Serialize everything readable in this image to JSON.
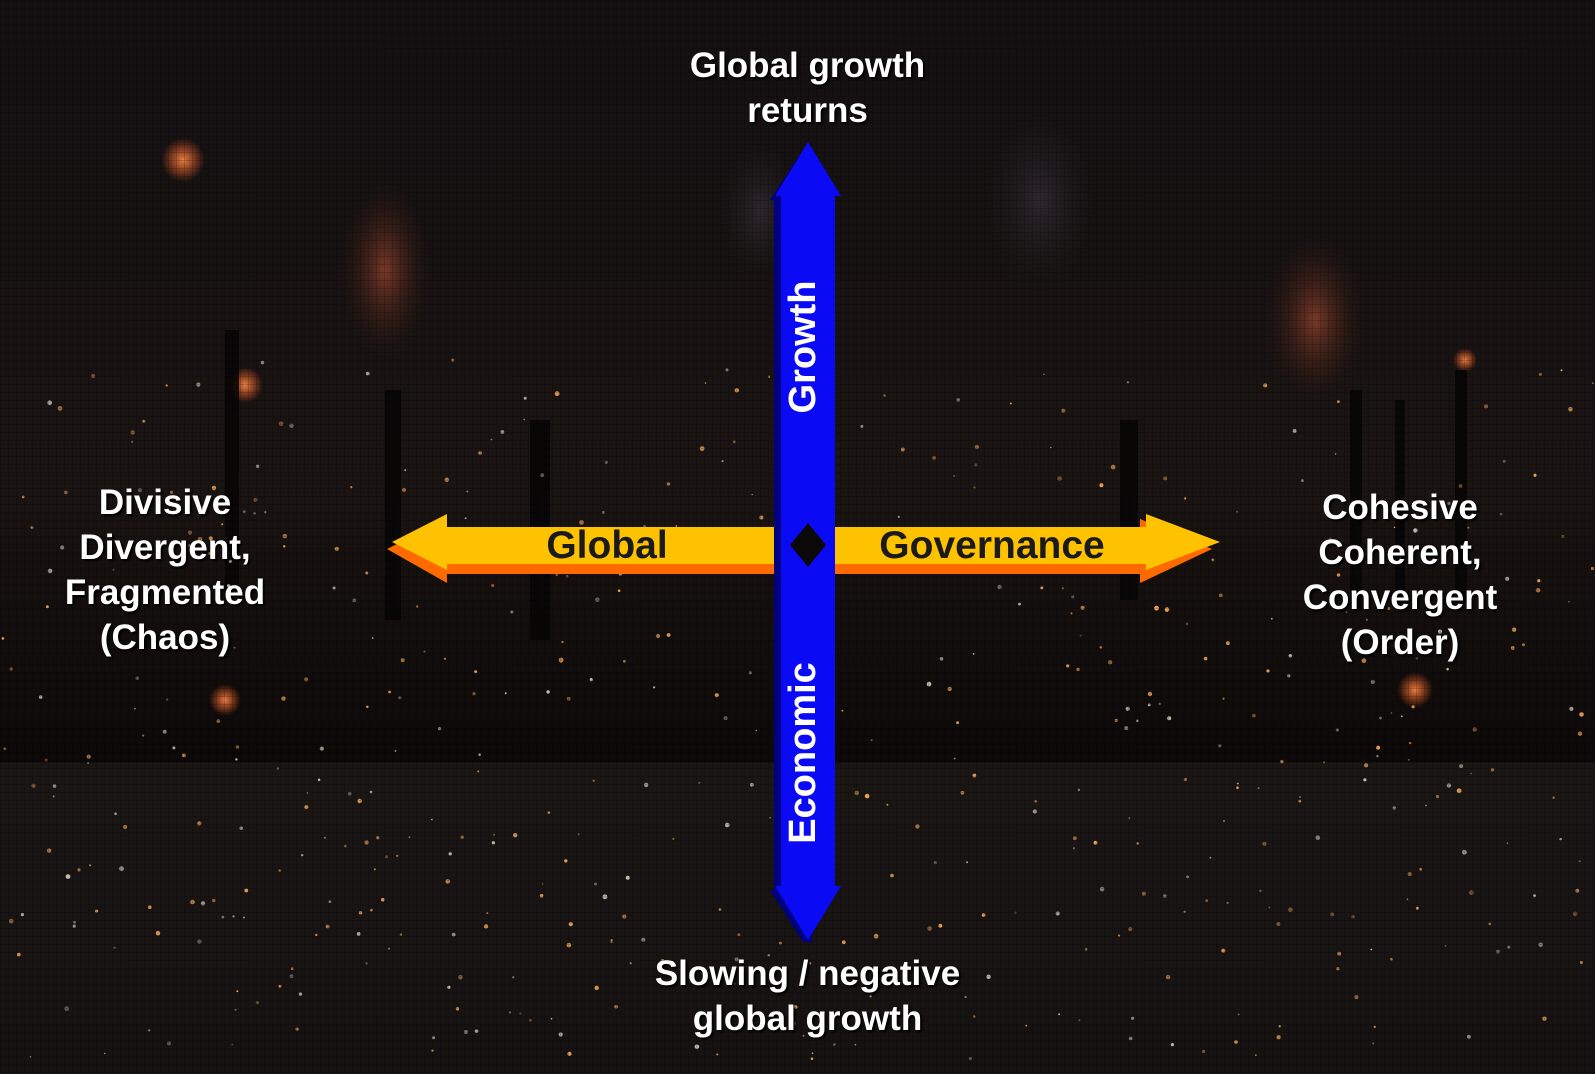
{
  "top_label": [
    "Global growth",
    "returns"
  ],
  "bottom_label": [
    "Slowing / negative",
    "global growth"
  ],
  "left_label": [
    "Divisive",
    "Divergent,",
    "Fragmented",
    "(Chaos)"
  ],
  "right_label": [
    "Cohesive",
    "Coherent,",
    "Convergent",
    "(Order)"
  ],
  "vertical_axis": {
    "upper_word": "Growth",
    "lower_word": "Economic",
    "color": "#0a0af5",
    "text_color": "#ffffff"
  },
  "horizontal_axis": {
    "left_word": "Global",
    "right_word": "Governance",
    "color": "#ffc200",
    "edge_color": "#ff6a00",
    "text_color": "#1a1a1a"
  },
  "background": {
    "description_color": "#0a0808"
  }
}
